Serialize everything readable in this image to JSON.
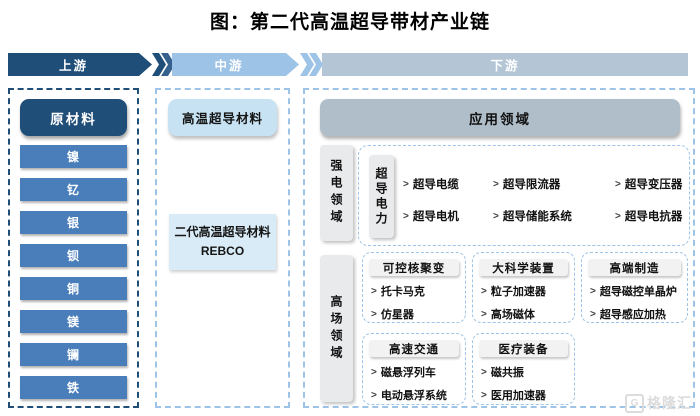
{
  "title": "图：第二代高温超导带材产业链",
  "bullet": ">",
  "chain": {
    "upstream_label": "上游",
    "midstream_label": "中游",
    "downstream_label": "下游"
  },
  "upstream": {
    "header": "原材料",
    "materials": [
      "镍",
      "钇",
      "银",
      "钡",
      "铜",
      "镁",
      "镧",
      "铁"
    ]
  },
  "midstream": {
    "header": "高温超导材料",
    "product_line1": "二代高温超导材料",
    "product_line2": "REBCO"
  },
  "downstream": {
    "header": "应用领域",
    "strong_field": {
      "label": "强电领域",
      "group_label": "超导电力",
      "items": [
        "超导电缆",
        "超导限流器",
        "超导变压器",
        "超导电机",
        "超导储能系统",
        "超导电抗器"
      ]
    },
    "high_field": {
      "label": "高场领域",
      "cards": [
        {
          "title": "可控核聚变",
          "items": [
            "托卡马克",
            "仿星器"
          ]
        },
        {
          "title": "大科学装置",
          "items": [
            "粒子加速器",
            "高场磁体"
          ]
        },
        {
          "title": "高端制造",
          "items": [
            "超导磁控单晶炉",
            "超导感应加热"
          ]
        },
        {
          "title": "高速交通",
          "items": [
            "磁悬浮列车",
            "电动悬浮系统"
          ]
        },
        {
          "title": "医疗装备",
          "items": [
            "磁共振",
            "医用加速器"
          ]
        }
      ]
    }
  },
  "watermark": {
    "logo": "G",
    "text": "格隆汇"
  },
  "colors": {
    "upstream_band": "#1F4E79",
    "midstream_band": "#9DC3E6",
    "downstream_band": "#B4C6D6",
    "material_box": "#4A7EBB",
    "midstream_box": "#C7E2F3",
    "rebco_box": "#D9EBF7",
    "app_header": "#B0BEC9",
    "sector_bar": "#E9EAEB"
  }
}
